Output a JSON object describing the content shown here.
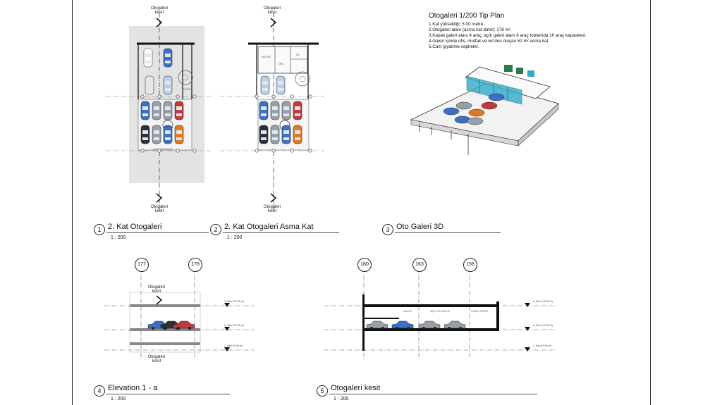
{
  "sheet": {
    "notes": {
      "title": "Otogaleri 1/200 Tip Plan",
      "lines": [
        "1.Kat yüksekliği: 5.00 metre.",
        "2.Otogaleri alanı (asma kat dahil): 178 m².",
        "3.Kapalı galeri alanı 4 araç, açık galeri alanı 6 araç toplamda 10 araç kapasitesi.",
        "4.Galeri içinde ofis, mutfak ve wc'den oluşan 62 m² asma kat.",
        "5.Cam giydirme cepheler."
      ]
    },
    "section_label": "Otogaleri\nkesit",
    "views": [
      {
        "num": "1",
        "title": "2. Kat Otogaleri",
        "scale": "1 : 200"
      },
      {
        "num": "2",
        "title": "2. Kat Otogaleri Asma Kat",
        "scale": "1 : 200"
      },
      {
        "num": "3",
        "title": "Oto Galeri 3D",
        "scale": ""
      },
      {
        "num": "4",
        "title": "Elevation 1 - a",
        "scale": "1 : 200"
      },
      {
        "num": "5",
        "title": "Otogaleri kesit",
        "scale": "1 : 200"
      }
    ],
    "grid_bubbles": [
      "177",
      "178",
      "180",
      "163",
      "158"
    ],
    "levels": {
      "elev_top": "3. Kat (+15.00 m)",
      "elev_mid": "2. Kat (+10.00 m)",
      "elev_bot": "1. Kat (+5.00 m)",
      "sec_top": "3. Kat (+15.00 m)",
      "sec_mid": "2. Kat (+10.00 m)",
      "sec_bot": "1. Kat (+5.00 m)"
    },
    "plan_text": {
      "galeri": "GALERI",
      "acik": "AÇIK OTO GALERI",
      "ofis": "OFIS",
      "wc": "WC",
      "mutfak": "MUTFAK"
    },
    "section_text": {
      "galeri": "GALERI",
      "acik": "AÇIK OTO GALERI",
      "komsu": "KOMŞU PARSEL"
    },
    "colors": {
      "car_blue": "#3a6fc4",
      "car_orange": "#e07a1c",
      "car_red": "#c23a3a",
      "car_grey": "#9aa0a8",
      "glass": "#2fa9c9",
      "shade": "#e3e3e3"
    }
  }
}
